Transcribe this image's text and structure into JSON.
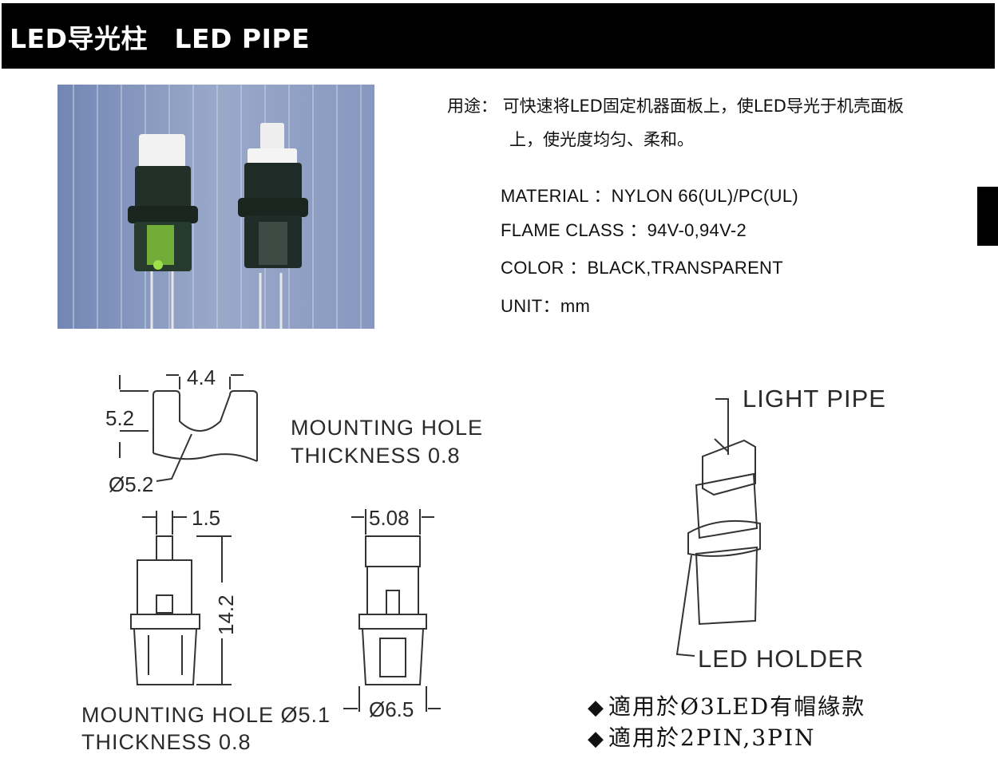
{
  "header": {
    "title": "LED导光柱　LED PIPE"
  },
  "usage": {
    "line1": "用途： 可快速将LED固定机器面板上，使LED导光于机壳面板",
    "line2": "上，使光度均匀、柔和。"
  },
  "specs": {
    "material": "MATERIAL ：NYLON 66(UL)/PC(UL)",
    "flame_class": "FLAME CLASS ：94V-0,94V-2",
    "color": "COLOR ：BLACK,TRANSPARENT",
    "unit": "UNIT：mm"
  },
  "drawing": {
    "dim_width_top": "4.4",
    "dim_height_top": "5.2",
    "dim_radius": "Ø5.2",
    "mounting_hole_1_line1": "MOUNTING HOLE",
    "mounting_hole_1_line2": "THICKNESS 0.8",
    "dim_pin": "1.5",
    "dim_height": "14.2",
    "dim_width_side": "5.08",
    "dim_diameter": "Ø6.5",
    "mounting_hole_2_line1": "MOUNTING HOLE Ø5.1",
    "mounting_hole_2_line2": "THICKNESS 0.8",
    "label_light_pipe": "LIGHT PIPE",
    "label_led_holder": "LED HOLDER"
  },
  "notes": {
    "bullet": "◆",
    "note1": "適用於Ø3LED有帽緣款",
    "note2": "適用於2PIN,3PIN"
  },
  "colors": {
    "header_bg": "#000000",
    "photo_bg": "#8a9bbf",
    "holder": "#1e2a24"
  }
}
